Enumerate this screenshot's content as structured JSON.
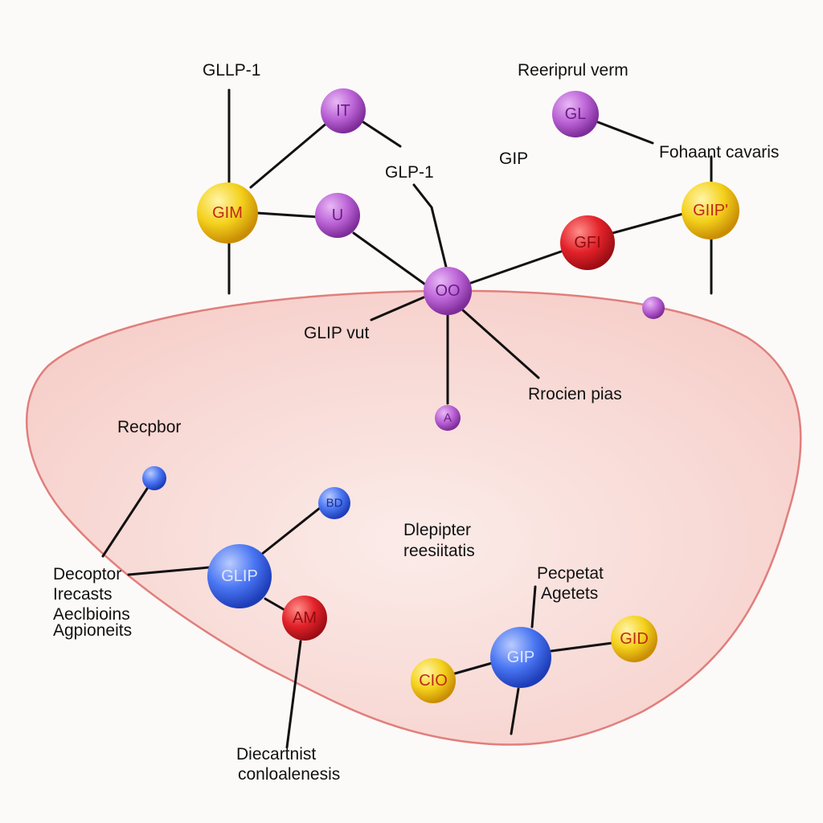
{
  "labels": {
    "glp1_top": "GLLP-1",
    "recip": "Reeriprul verm",
    "glp1_mid": "GLP-1",
    "gip_top": "GIP",
    "fohaant": "Fohaant cavaris",
    "glip_vut": "GLIP vut",
    "rrocien": "Rrocien pias",
    "recpor": "Recpbor",
    "decoptor_1": "Decoptor",
    "decoptor_2": "Irecasts",
    "decoptor_3": "Aeclbioins",
    "decoptor_4": "Agpioneits",
    "dlepipter_1": "Dlepipter",
    "dlepipter_2": "reesiitatis",
    "pepetat_1": "Pecpetat",
    "pepetat_2": "Agetets",
    "dieca_1": "Diecartnist",
    "dieca_2": "conloalenesis"
  },
  "nodes": {
    "it": "IT",
    "gl": "GL",
    "gim": "GIM",
    "u": "U",
    "gip_yellow": "GIIP'",
    "gfi": "GFI",
    "oo": "OO",
    "a": "A",
    "blue_small": "",
    "bd": "BD",
    "glip_blue": "GLIP",
    "am": "AM",
    "gip_blue": "GIP",
    "cio": "CIO",
    "gid": "GID"
  },
  "colors": {
    "purple": "#b45ed0",
    "yellow": "#f2d31a",
    "red": "#e4222b",
    "blue": "#3f6ff0",
    "cell_fill": "#f7d3cf",
    "cell_stroke": "#e07b78"
  }
}
